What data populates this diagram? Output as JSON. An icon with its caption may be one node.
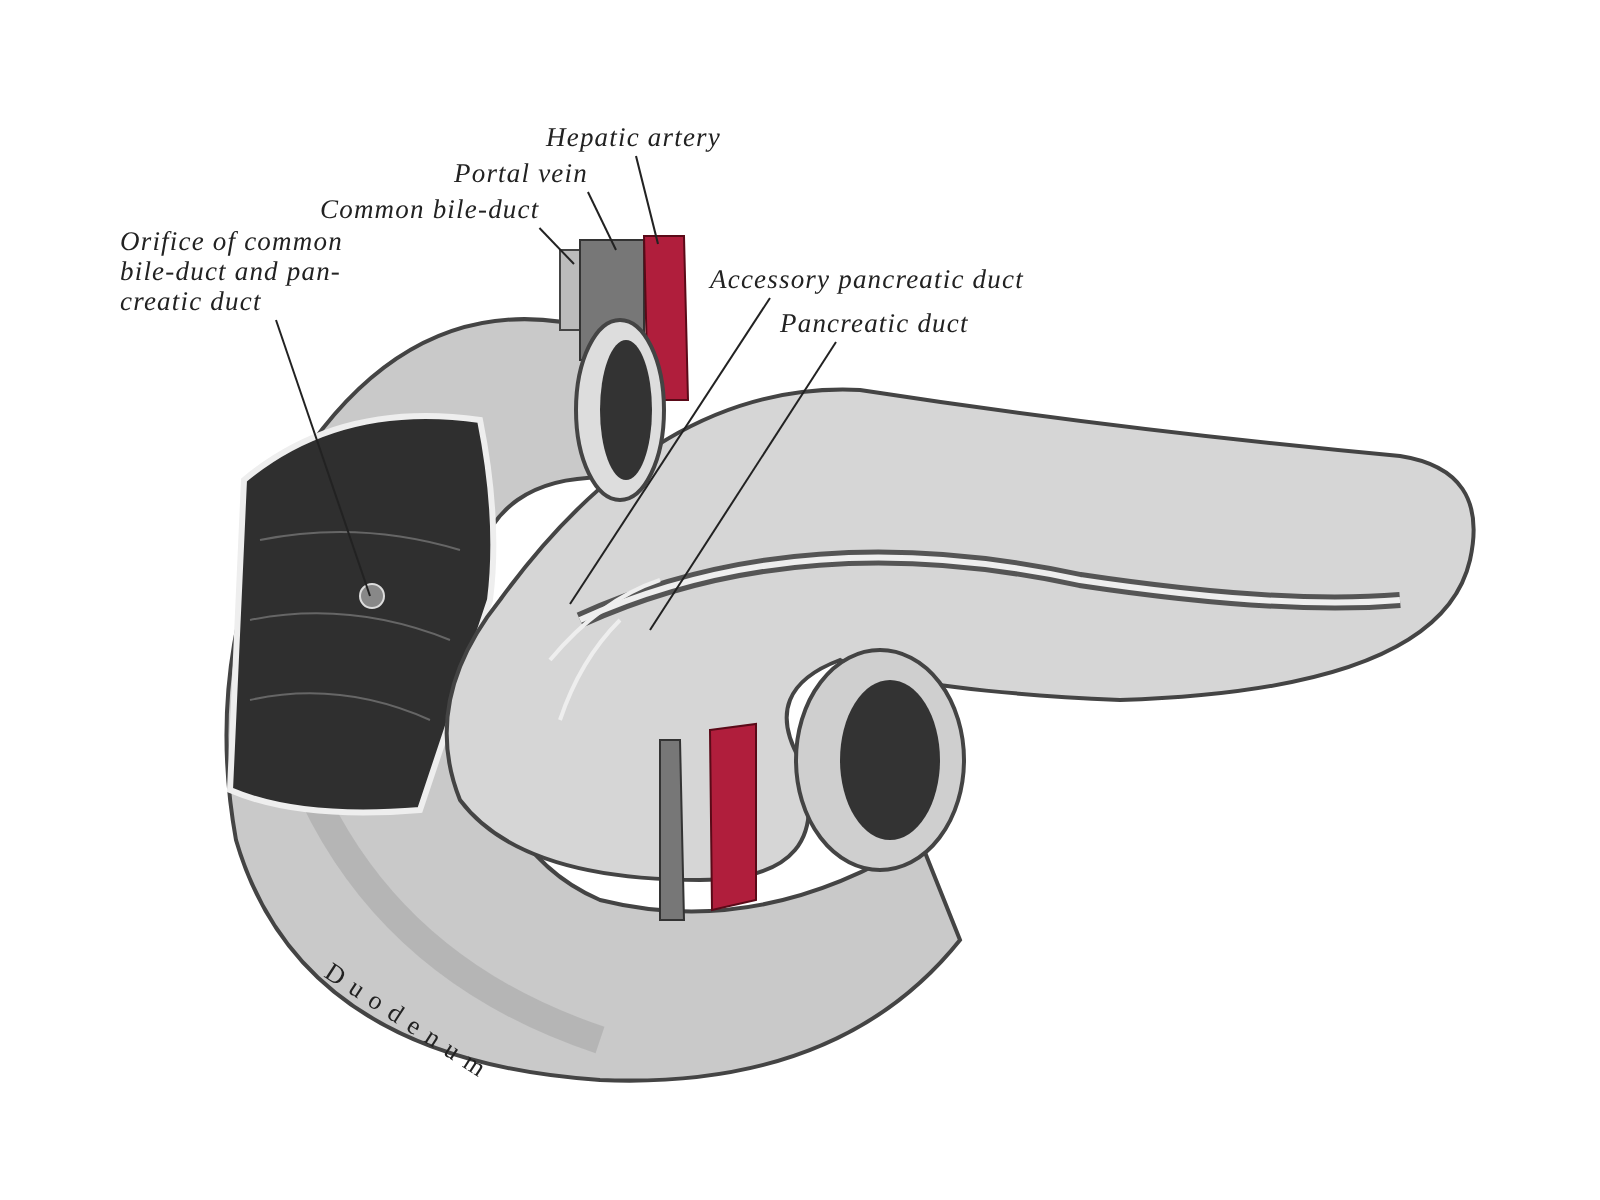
{
  "diagram": {
    "nodes": [
      {
        "text": [
          "Orifice of common bile-duct and pan-creatic duct"
        ]
      },
      {
        "text": [
          "Common bile-duct"
        ]
      },
      {
        "text": [
          "Portal vein"
        ]
      },
      {
        "text": [
          "Hepatic artery"
        ]
      },
      {
        "text": [
          "Accessory pancreatic duct"
        ]
      },
      {
        "text": [
          "Pancreatic duct"
        ]
      }
    ],
    "edges": [
      {
        "from": 0,
        "to": null,
        "arrow": "none"
      },
      {
        "from": 1,
        "to": null,
        "arrow": "none"
      },
      {
        "from": 2,
        "to": null,
        "arrow": "none"
      },
      {
        "from": 3,
        "to": null,
        "arrow": "none"
      },
      {
        "from": 4,
        "to": null,
        "arrow": "none"
      },
      {
        "from": 5,
        "to": null,
        "arrow": "none"
      }
    ],
    "labels": [
      "Duodenum"
    ]
  }
}
